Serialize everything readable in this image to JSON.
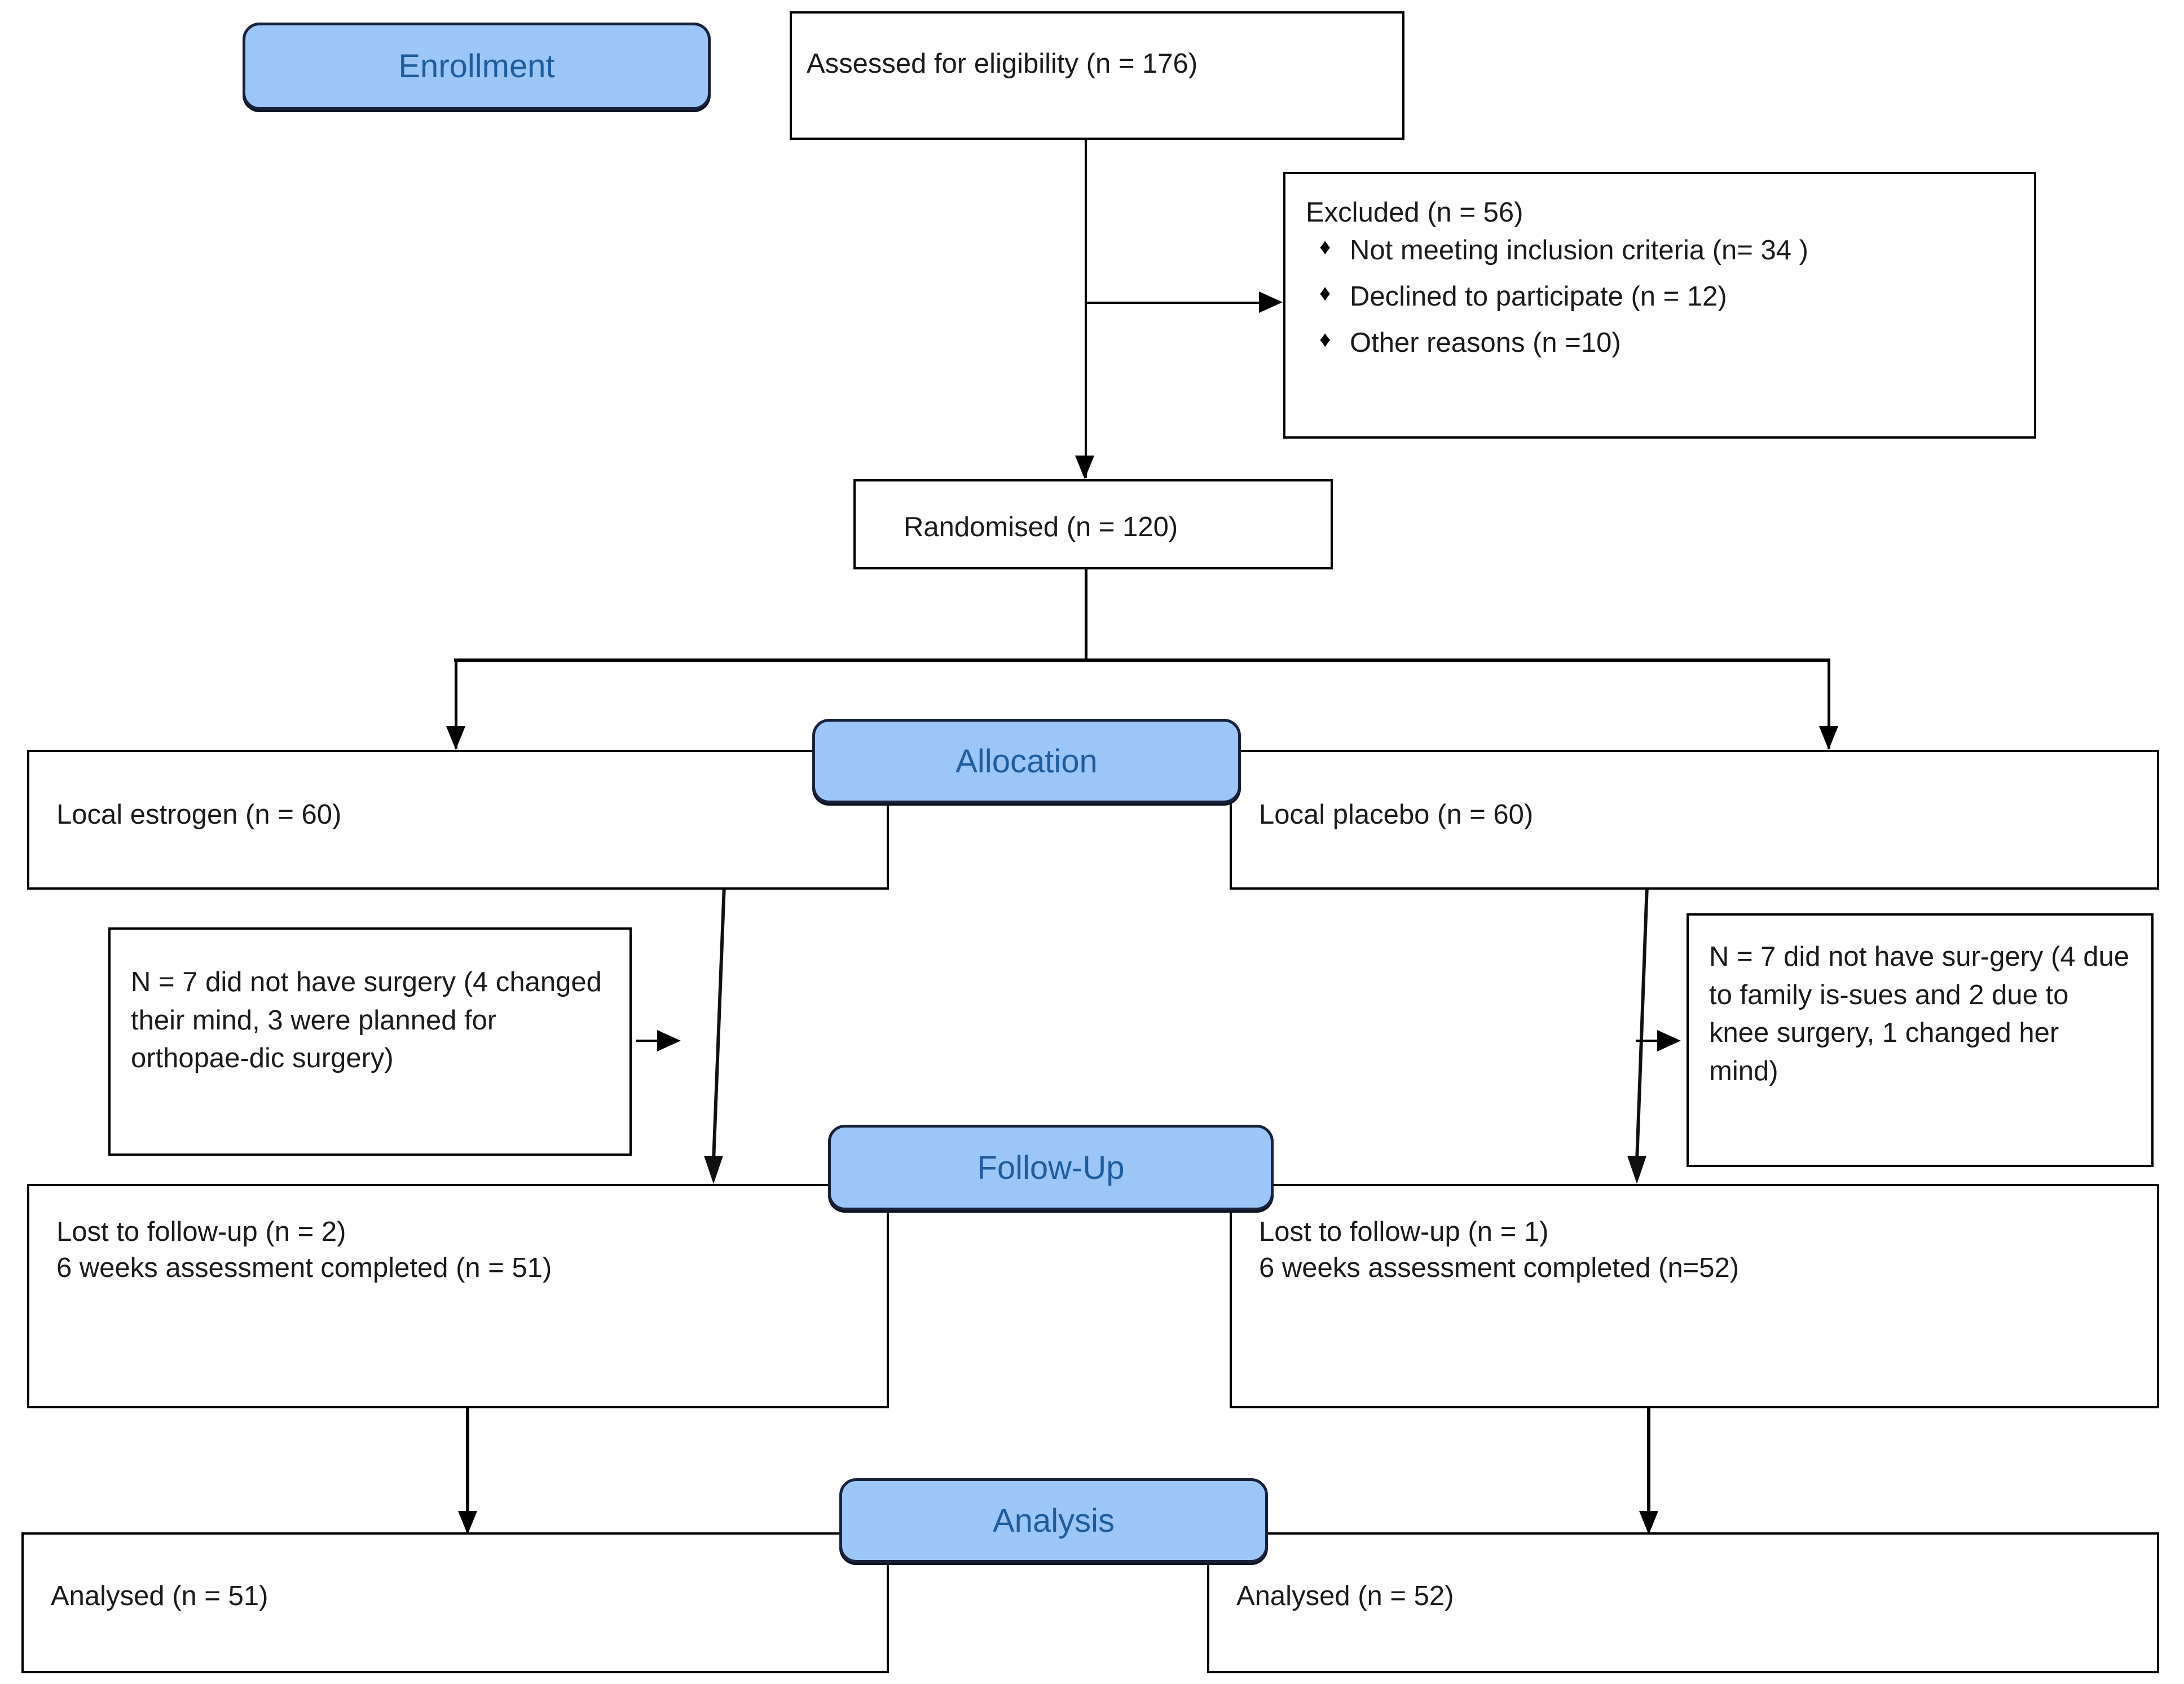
{
  "diagram": {
    "type": "consort-flow-diagram",
    "stage_labels": [
      {
        "id": "enrollment",
        "label": "Enrollment"
      },
      {
        "id": "allocation",
        "label": "Allocation"
      },
      {
        "id": "followup",
        "label": "Follow-Up"
      },
      {
        "id": "analysis",
        "label": "Analysis"
      }
    ],
    "colors": {
      "pill_fill": "#9CC6F7",
      "pill_text": "#1F5C9E",
      "pill_border": "#17213b",
      "box_border": "#000000",
      "box_fill": "#FFFFFF",
      "text": "#1a1a1a"
    },
    "nodes": {
      "assessed": "Assessed for eligibility (n = 176)",
      "excluded_heading": "Excluded (n = 56)",
      "excluded_reasons": [
        "Not meeting inclusion criteria (n= 34 )",
        "Declined to participate (n = 12)",
        "Other reasons (n =10)"
      ],
      "randomised": "Randomised (n = 120)",
      "alloc_left": "Local estrogen (n = 60)",
      "alloc_right": "Local placebo (n = 60)",
      "note_left": "N = 7 did not have surgery (4 changed their mind, 3 were planned for orthopae-dic surgery)",
      "note_right": "N = 7 did not have sur-gery (4 due to family is-sues and 2 due to knee surgery, 1 changed her mind)",
      "followup_left": "Lost to follow-up (n = 2)\n6 weeks assessment completed (n = 51)",
      "followup_right": "Lost to follow-up (n = 1)\n6 weeks assessment completed (n=52)",
      "analysed_left": "Analysed (n = 51)",
      "analysed_right": "Analysed (n = 52)"
    }
  },
  "chart_data": {
    "type": "diagram",
    "title": "CONSORT participant flow",
    "flow": [
      {
        "stage": "Enrollment",
        "node": "Assessed for eligibility",
        "n": 176
      },
      {
        "stage": "Enrollment",
        "node": "Excluded",
        "n": 56,
        "breakdown": [
          {
            "reason": "Not meeting inclusion criteria",
            "n": 34
          },
          {
            "reason": "Declined to participate",
            "n": 12
          },
          {
            "reason": "Other reasons",
            "n": 10
          }
        ]
      },
      {
        "stage": "Enrollment",
        "node": "Randomised",
        "n": 120
      },
      {
        "stage": "Allocation",
        "arm": "Local estrogen",
        "n": 60
      },
      {
        "stage": "Allocation",
        "arm": "Local placebo",
        "n": 60
      },
      {
        "stage": "Allocation-note",
        "arm": "Local estrogen",
        "did_not_have_surgery": 7,
        "detail": [
          {
            "reason": "changed their mind",
            "n": 4
          },
          {
            "reason": "planned for orthopaedic surgery",
            "n": 3
          }
        ]
      },
      {
        "stage": "Allocation-note",
        "arm": "Local placebo",
        "did_not_have_surgery": 7,
        "detail": [
          {
            "reason": "family issues",
            "n": 4
          },
          {
            "reason": "knee surgery",
            "n": 2
          },
          {
            "reason": "changed her mind",
            "n": 1
          }
        ]
      },
      {
        "stage": "Follow-Up",
        "arm": "Local estrogen",
        "lost_to_follow_up": 2,
        "six_weeks_assessment_completed": 51
      },
      {
        "stage": "Follow-Up",
        "arm": "Local placebo",
        "lost_to_follow_up": 1,
        "six_weeks_assessment_completed": 52
      },
      {
        "stage": "Analysis",
        "arm": "Local estrogen",
        "analysed": 51
      },
      {
        "stage": "Analysis",
        "arm": "Local placebo",
        "analysed": 52
      }
    ]
  }
}
